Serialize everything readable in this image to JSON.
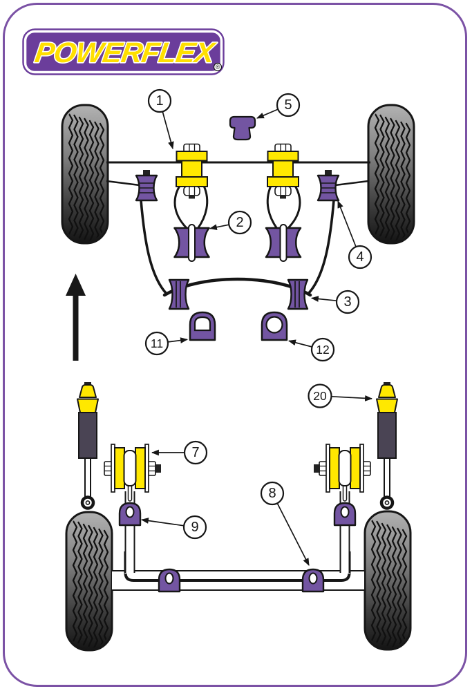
{
  "logo": {
    "text": "POWERFLEX",
    "registered_mark": "®"
  },
  "colors": {
    "brand_purple": "#6B3D9B",
    "border_purple": "#7B52A5",
    "part_purple": "#7355A2",
    "part_yellow": "#FFE800",
    "logo_yellow": "#FFDF00",
    "shock_grey": "#4A4454",
    "outline_black": "#161616"
  },
  "front_diagram": {
    "callouts": [
      {
        "label": "1"
      },
      {
        "label": "2"
      },
      {
        "label": "3"
      },
      {
        "label": "4"
      },
      {
        "label": "5"
      },
      {
        "label": "11"
      },
      {
        "label": "12"
      }
    ]
  },
  "rear_diagram": {
    "callouts": [
      {
        "label": "7"
      },
      {
        "label": "8"
      },
      {
        "label": "9"
      },
      {
        "label": "20"
      }
    ]
  }
}
